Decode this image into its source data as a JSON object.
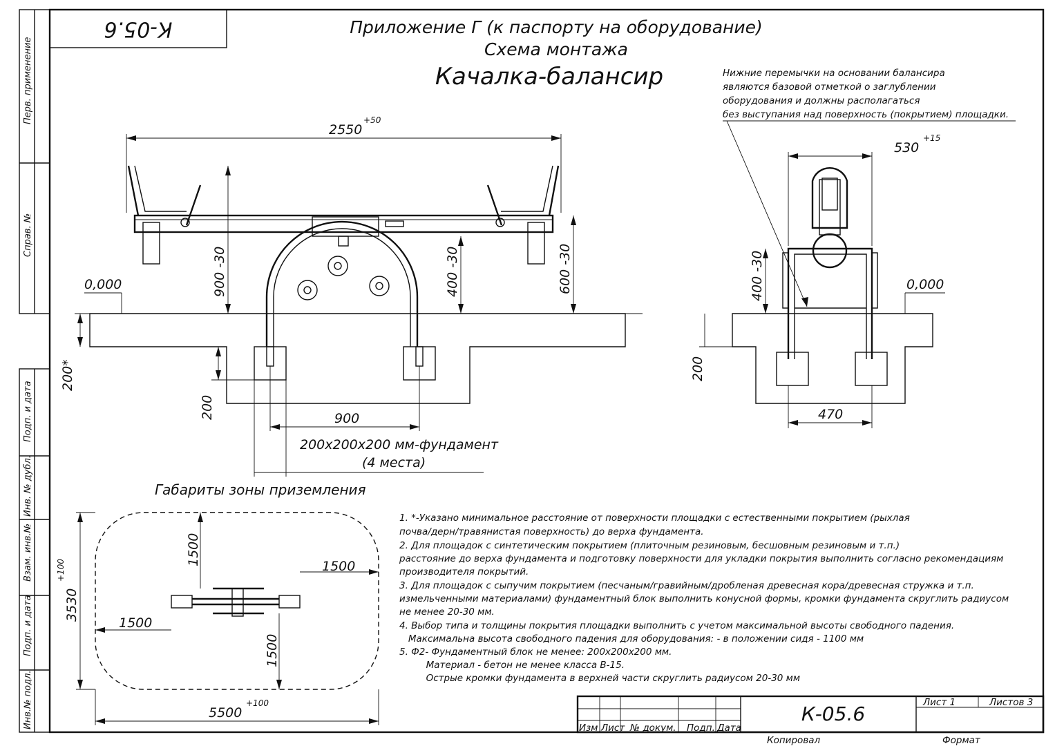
{
  "frame": {
    "code": "К-05.6",
    "side_labels": [
      "Перв. применение",
      "Справ. №",
      "Подп. и дата",
      "Инв. № дубл.",
      "Взам. инв.№",
      "Подп. и дата",
      "Инв.№ подл."
    ]
  },
  "header": {
    "line1": "Приложение Г (к паспорту на оборудование)",
    "line2": "Схема монтажа",
    "title": "Качалка-балансир"
  },
  "callout": [
    "Нижние перемычки на основании балансира",
    "являются базовой отметкой о заглублении",
    "оборудования и должны располагаться",
    "без выступания над поверхность (покрытием) площадки."
  ],
  "front_view": {
    "overall_width": "2550",
    "overall_tol": "+50",
    "height_beam": "900 -30",
    "height_arch": "400 -30",
    "height_seat": "600 -30",
    "level": "0,000",
    "depth_min": "200*",
    "depth_found": "200",
    "found_spacing": "900",
    "found_label_1": "200х200х200 мм-фундамент",
    "found_label_2": "(4 места)"
  },
  "side_view": {
    "width": "530",
    "width_tol": "+15",
    "height": "400 -30",
    "level": "0,000",
    "depth": "200",
    "found_spacing": "470"
  },
  "zone": {
    "title": "Габариты зоны приземления",
    "clear_top": "1500",
    "clear_right": "1500",
    "clear_left": "1500",
    "clear_bottom": "1500",
    "height": "3530",
    "height_tol": "+100",
    "width": "5500",
    "width_tol": "+100"
  },
  "notes": [
    "1. *-Указано минимальное расстояние от поверхности площадки с естественными покрытием (рыхлая",
    "почва/дерн/травянистая поверхность) до верха фундамента.",
    "2. Для площадок с синтетическим покрытием (плиточным резиновым, бесшовным резиновым и т.п.)",
    "расстояние до верха фундамента и подготовку поверхности для укладки покрытия выполнить согласно рекомендациям",
    "производителя покрытий.",
    "3. Для площадок с сыпучим покрытием (песчаным/гравийным/дробленая древесная кора/древесная стружка и т.п.",
    "измельченными материалами) фундаментный блок выполнить конусной формы, кромки фундамента скруглить радиусом",
    "не менее 20-30 мм.",
    "4. Выбор типа и толщины покрытия площадки выполнить с учетом максимальной высоты свободного падения.",
    "   Максимальна высота свободного падения для оборудования: - в положении сидя - 1100 мм",
    "5. Ф2- Фундаментный блок не менее: 200х200х200 мм.",
    "         Материал - бетон не менее класса В-15.",
    "         Острые кромки фундамента в верхней части скруглить радиусом 20-30 мм"
  ],
  "title_block": {
    "code": "К-05.6",
    "col_labels": [
      "Изм",
      "Лист",
      "№ докум.",
      "Подп.",
      "Дата"
    ],
    "sheet": "Лист 1",
    "sheets": "Листов 3",
    "copied": "Копировал",
    "format": "Формат"
  }
}
